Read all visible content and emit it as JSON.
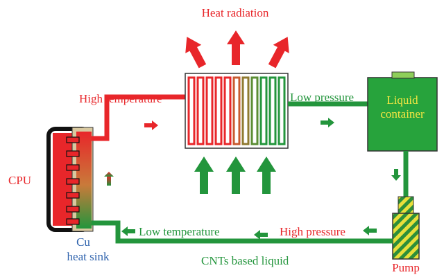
{
  "labels": {
    "heat_radiation": "Heat radiation",
    "high_temperature": "High temperature",
    "low_pressure": "Low pressure",
    "liquid_container": [
      "Liquid",
      "container"
    ],
    "cpu": "CPU",
    "cu_heat_sink": [
      "Cu",
      "heat sink"
    ],
    "low_temperature": "Low temperature",
    "high_pressure": "High pressure",
    "cnts_liquid": "CNTs based liquid",
    "pump": "Pump"
  },
  "colors": {
    "hot": "#e8262a",
    "cool": "#23953c",
    "container_fill": "#27a33c",
    "container_text": "#f5e642",
    "cu_text": "#2f63ad",
    "heat_sink_fill": "#d9c9a0",
    "pump_fill": "#e9df3a",
    "pump_stripe": "#2d8f3a",
    "cpu_frame": "#111111"
  },
  "icons": {
    "radiation_arrows": "arrow-up-icon",
    "airflow_arrows": "arrow-up-icon",
    "flow_arrows": "arrow-icon"
  }
}
